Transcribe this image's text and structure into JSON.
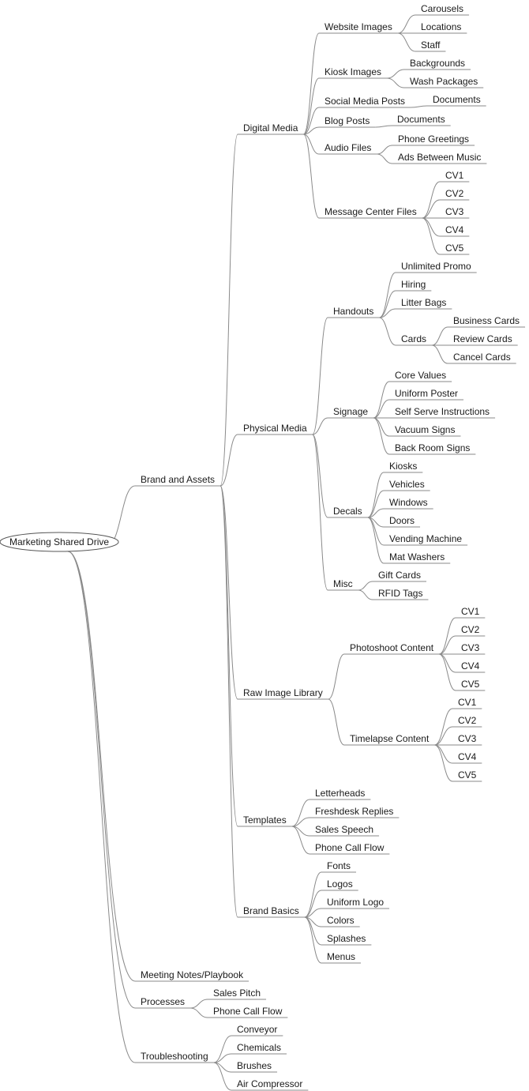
{
  "root": {
    "label": "Marketing Shared Drive",
    "children": [
      {
        "label": "Brand and Assets",
        "children": [
          {
            "label": "Digital Media",
            "children": [
              {
                "label": "Website Images",
                "children": [
                  {
                    "label": "Carousels"
                  },
                  {
                    "label": "Locations"
                  },
                  {
                    "label": "Staff"
                  }
                ]
              },
              {
                "label": "Kiosk Images",
                "children": [
                  {
                    "label": "Backgrounds"
                  },
                  {
                    "label": "Wash Packages"
                  }
                ]
              },
              {
                "label": "Social Media Posts",
                "children": [
                  {
                    "label": "Documents"
                  }
                ]
              },
              {
                "label": "Blog Posts",
                "children": [
                  {
                    "label": "Documents"
                  }
                ]
              },
              {
                "label": "Audio Files",
                "children": [
                  {
                    "label": "Phone Greetings"
                  },
                  {
                    "label": "Ads Between Music"
                  }
                ]
              },
              {
                "label": "Message Center Files",
                "children": [
                  {
                    "label": "CV1"
                  },
                  {
                    "label": "CV2"
                  },
                  {
                    "label": "CV3"
                  },
                  {
                    "label": "CV4"
                  },
                  {
                    "label": "CV5"
                  }
                ]
              }
            ]
          },
          {
            "label": "Physical Media",
            "children": [
              {
                "label": "Handouts",
                "children": [
                  {
                    "label": "Unlimited Promo"
                  },
                  {
                    "label": "Hiring"
                  },
                  {
                    "label": "Litter Bags"
                  },
                  {
                    "label": "Cards",
                    "children": [
                      {
                        "label": "Business Cards"
                      },
                      {
                        "label": "Review Cards"
                      },
                      {
                        "label": "Cancel Cards"
                      }
                    ]
                  }
                ]
              },
              {
                "label": "Signage",
                "children": [
                  {
                    "label": "Core Values"
                  },
                  {
                    "label": "Uniform Poster"
                  },
                  {
                    "label": "Self Serve Instructions"
                  },
                  {
                    "label": "Vacuum Signs"
                  },
                  {
                    "label": "Back Room Signs"
                  }
                ]
              },
              {
                "label": "Decals",
                "children": [
                  {
                    "label": "Kiosks"
                  },
                  {
                    "label": "Vehicles"
                  },
                  {
                    "label": "Windows"
                  },
                  {
                    "label": "Doors"
                  },
                  {
                    "label": "Vending Machine"
                  },
                  {
                    "label": "Mat Washers"
                  }
                ]
              },
              {
                "label": "Misc",
                "children": [
                  {
                    "label": "Gift Cards"
                  },
                  {
                    "label": "RFID Tags"
                  }
                ]
              }
            ]
          },
          {
            "label": "Raw Image Library",
            "children": [
              {
                "label": "Photoshoot Content",
                "children": [
                  {
                    "label": "CV1"
                  },
                  {
                    "label": "CV2"
                  },
                  {
                    "label": "CV3"
                  },
                  {
                    "label": "CV4"
                  },
                  {
                    "label": "CV5"
                  }
                ]
              },
              {
                "label": "Timelapse Content",
                "children": [
                  {
                    "label": "CV1"
                  },
                  {
                    "label": "CV2"
                  },
                  {
                    "label": "CV3"
                  },
                  {
                    "label": "CV4"
                  },
                  {
                    "label": "CV5"
                  }
                ]
              }
            ]
          },
          {
            "label": "Templates",
            "children": [
              {
                "label": "Letterheads"
              },
              {
                "label": "Freshdesk Replies"
              },
              {
                "label": "Sales Speech"
              },
              {
                "label": "Phone Call Flow"
              }
            ]
          },
          {
            "label": "Brand Basics",
            "children": [
              {
                "label": "Fonts"
              },
              {
                "label": "Logos"
              },
              {
                "label": "Uniform Logo"
              },
              {
                "label": "Colors"
              },
              {
                "label": "Splashes"
              },
              {
                "label": "Menus"
              }
            ]
          }
        ]
      },
      {
        "label": "Meeting Notes/Playbook"
      },
      {
        "label": "Processes",
        "children": [
          {
            "label": "Sales Pitch"
          },
          {
            "label": "Phone Call Flow"
          }
        ]
      },
      {
        "label": "Troubleshooting",
        "children": [
          {
            "label": "Conveyor"
          },
          {
            "label": "Chemicals"
          },
          {
            "label": "Brushes"
          },
          {
            "label": "Air Compressor"
          }
        ]
      }
    ]
  }
}
